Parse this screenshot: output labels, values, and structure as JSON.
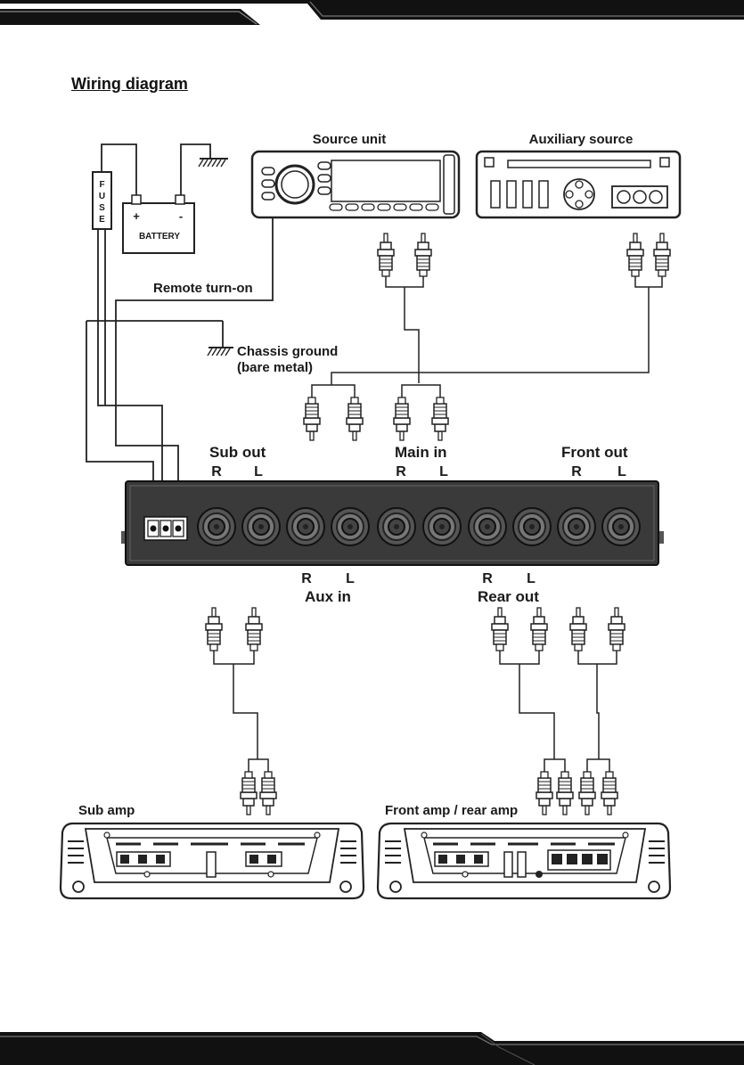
{
  "title": "Wiring diagram",
  "labels": {
    "source_unit": "Source unit",
    "auxiliary_source": "Auxiliary source",
    "fuse": [
      "F",
      "U",
      "S",
      "E"
    ],
    "battery": "BATTERY",
    "battery_plus": "+",
    "battery_minus": "-",
    "remote_turn_on": "Remote turn-on",
    "chassis_ground_1": "Chassis ground",
    "chassis_ground_2": "(bare metal)",
    "sub_out": "Sub out",
    "main_in": "Main in",
    "front_out": "Front out",
    "aux_in": "Aux in",
    "rear_out": "Rear out",
    "right": "R",
    "left": "L",
    "sub_amp": "Sub amp",
    "front_rear_amp": "Front amp / rear amp"
  },
  "colors": {
    "bar": "#111111",
    "unit_body": "#3a3a3a",
    "line": "#222222"
  }
}
